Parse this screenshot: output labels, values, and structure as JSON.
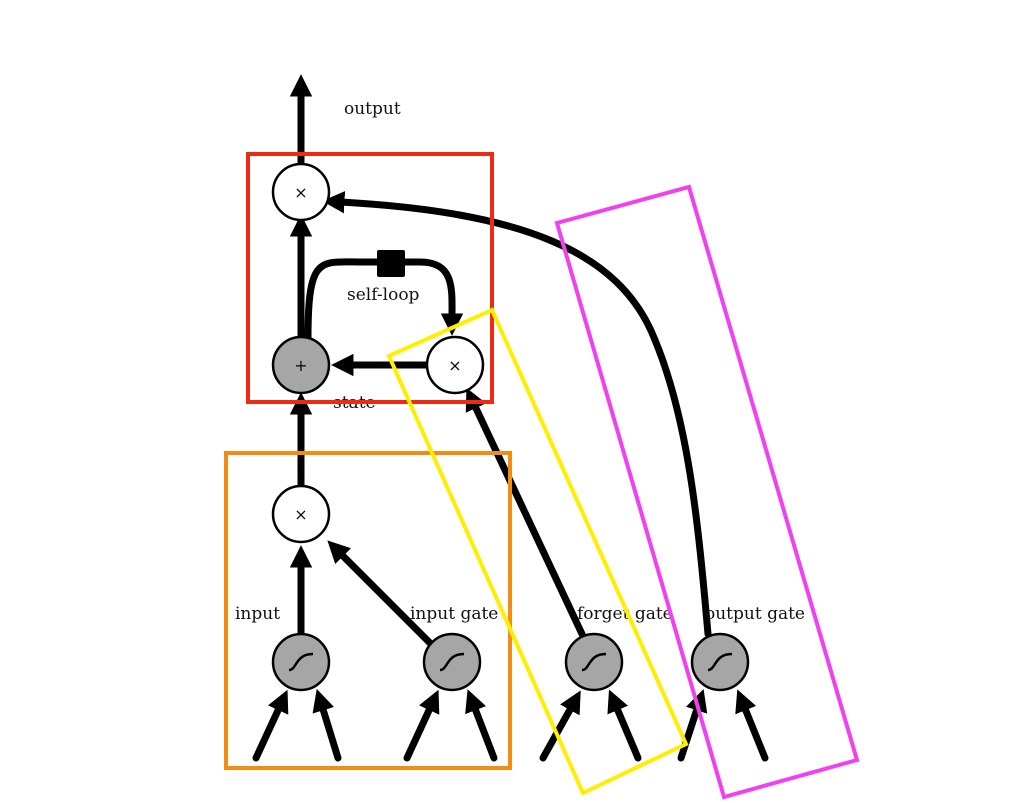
{
  "labels": {
    "output": "output",
    "self_loop": "self-loop",
    "state": "state",
    "input": "input",
    "input_gate": "input gate",
    "forget_gate": "forget gate",
    "output_gate": "output gate"
  },
  "ops": {
    "multiply": "×",
    "add": "+"
  },
  "colors": {
    "cell_box": "#ee2a12",
    "input_box": "#f28c12",
    "forget_box": "#ffee00",
    "output_box": "#f040f0",
    "gate_node_fill": "#a6a6a6",
    "edge": "#000000"
  },
  "icons": {
    "sigmoid": "sigmoid-icon",
    "delay": "delay-square-icon"
  }
}
